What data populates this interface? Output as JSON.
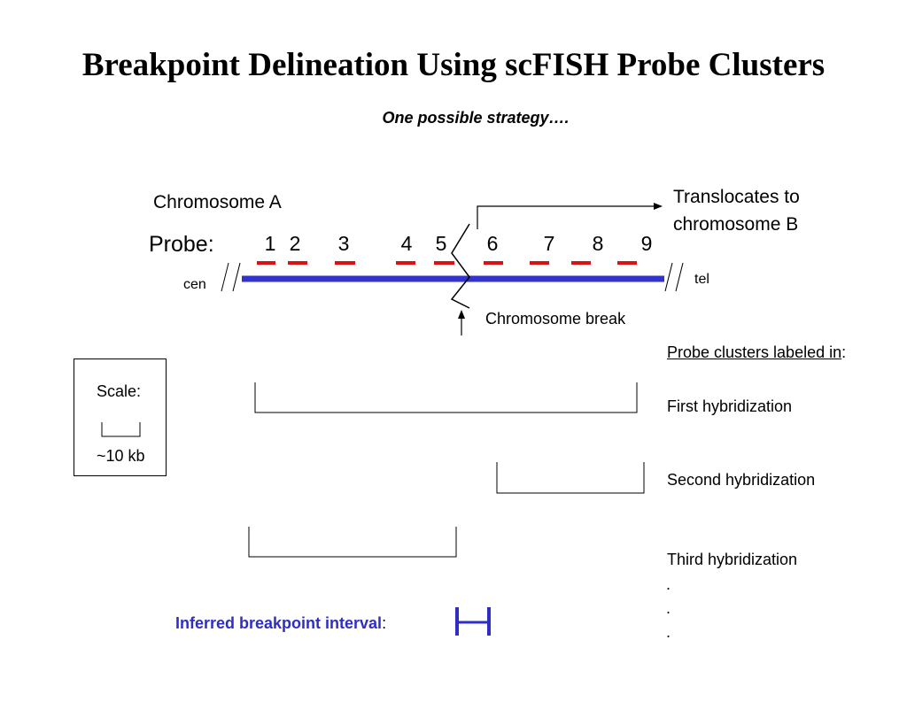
{
  "title": "Breakpoint Delineation Using scFISH Probe Clusters",
  "subtitle": "One possible strategy….",
  "chromosome": {
    "label": "Chromosome A",
    "probe_label": "Probe:",
    "probes": [
      "1",
      "2",
      "3",
      "4",
      "5",
      "6",
      "7",
      "8",
      "9"
    ],
    "cen_label": "cen",
    "tel_label": "tel",
    "break_label": "Chromosome break",
    "translocation_line1": "Translocates to",
    "translocation_line2": "chromosome B",
    "chromosome_color": "#3333cc",
    "probe_color": "#dd1111"
  },
  "scale": {
    "label": "Scale:",
    "value": "~10 kb"
  },
  "legend": {
    "heading": "Probe clusters labeled in",
    "heading_suffix": ":",
    "hybridizations": [
      "First hybridization",
      "Second hybridization",
      "Third hybridization"
    ],
    "ellipsis": [
      ".",
      ".",
      "."
    ]
  },
  "inferred": {
    "label": "Inferred breakpoint interval",
    "suffix": ":",
    "color": "#2e2ec4"
  }
}
